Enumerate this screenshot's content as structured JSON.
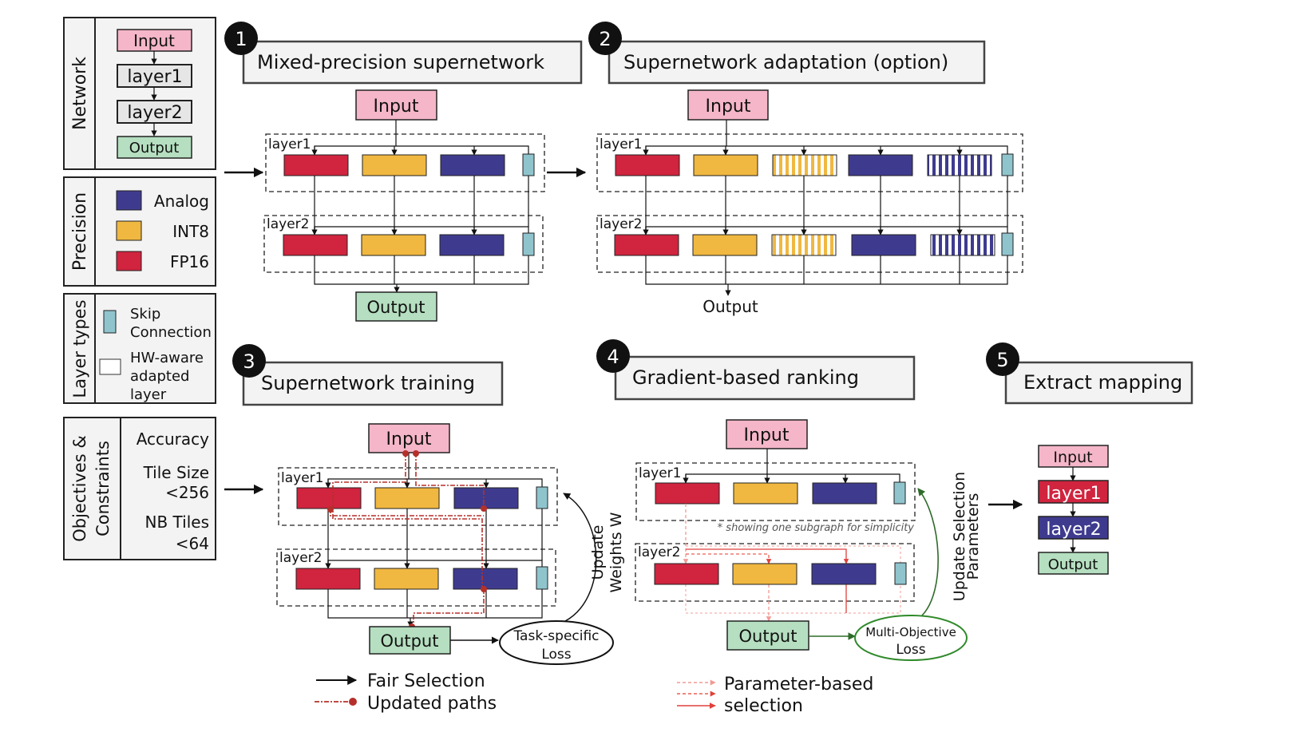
{
  "colors": {
    "input": "#f4b6c8",
    "output": "#b5dfc0",
    "analog": "#3e3b8f",
    "int8": "#f0b840",
    "fp16": "#d0243f",
    "skip": "#8fc4cd",
    "layer_box": "#e6e6e6",
    "panel": "#f3f3f3",
    "red_path": "#b5302a",
    "sel_light": "#f4a19a",
    "sel_mid": "#ea5f55",
    "sel_dark": "#d72e2a",
    "green": "#2f6b2a"
  },
  "legend": {
    "network": {
      "title": "Network",
      "input": "Input",
      "layer1": "layer1",
      "layer2": "layer2",
      "output": "Output"
    },
    "precision": {
      "title": "Precision",
      "analog": "Analog",
      "int8": "INT8",
      "fp16": "FP16"
    },
    "layer_types": {
      "title": "Layer types",
      "skip_1": "Skip",
      "skip_2": "Connection",
      "hw_1": "HW-aware",
      "hw_2": "adapted",
      "hw_3": "layer"
    },
    "objectives": {
      "title_1": "Objectives &",
      "title_2": "Constraints",
      "accuracy": "Accuracy",
      "tile_1": "Tile Size",
      "tile_2": "<256",
      "nb_1": "NB Tiles",
      "nb_2": "<64"
    }
  },
  "steps": [
    {
      "num": "1",
      "title": "Mixed-precision supernetwork"
    },
    {
      "num": "2",
      "title": "Supernetwork adaptation (option)"
    },
    {
      "num": "3",
      "title": "Supernetwork training"
    },
    {
      "num": "4",
      "title": "Gradient-based ranking"
    },
    {
      "num": "5",
      "title": "Extract mapping"
    }
  ],
  "graph": {
    "input": "Input",
    "output": "Output",
    "layer1": "layer1",
    "layer2": "layer2"
  },
  "panel3": {
    "loss_1": "Task-specific",
    "loss_2": "Loss",
    "update_1": "Update",
    "update_2": "Weights W",
    "legend_fair": "Fair Selection",
    "legend_updated": "Updated paths"
  },
  "panel4": {
    "note": "* showing one subgraph for simplicity",
    "loss_1": "Multi-Objective",
    "loss_2": "Loss",
    "update_1": "Update Selection",
    "update_2": "Parameters",
    "legend_1": "Parameter-based",
    "legend_2": "selection"
  },
  "panel5": {
    "input": "Input",
    "layer1": "layer1",
    "layer2": "layer2",
    "output": "Output"
  }
}
